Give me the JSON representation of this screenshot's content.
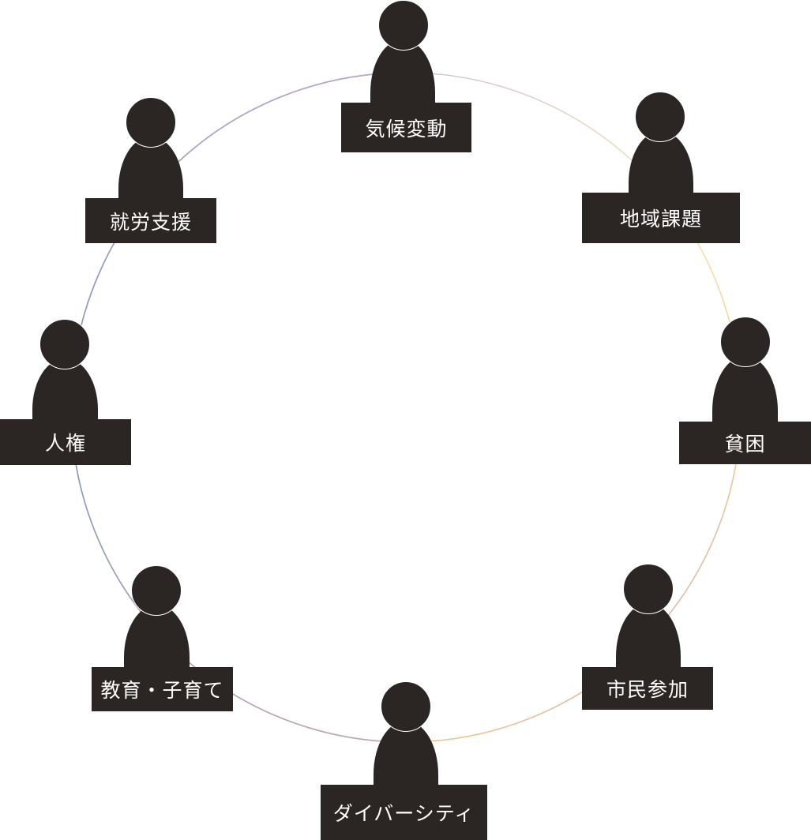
{
  "diagram": {
    "figure_color": "#2b2523",
    "label_text_color": "#ffffff",
    "ring_colors": [
      "#b6a5c9",
      "#ead7c1",
      "#f5eab8",
      "#f2e6a6",
      "#f0c795",
      "#b9a6b8",
      "#7b96bd",
      "#7d91c0"
    ],
    "participants": [
      {
        "label": "気候変動"
      },
      {
        "label": "地域課題"
      },
      {
        "label": "貧困"
      },
      {
        "label": "市民参加"
      },
      {
        "label": "ダイバーシティ"
      },
      {
        "label": "教育・子育て"
      },
      {
        "label": "人権"
      },
      {
        "label": "就労支援"
      }
    ]
  }
}
